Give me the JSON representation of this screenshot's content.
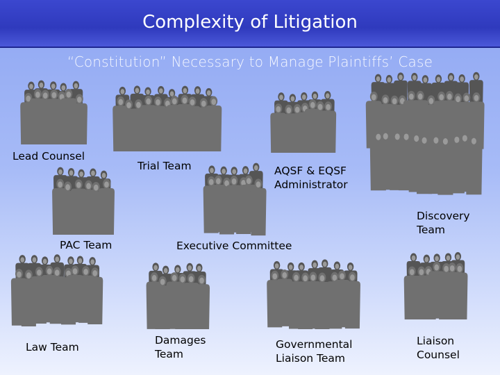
{
  "slide": {
    "title": "Complexity of Litigation",
    "subtitle": "“Constitution” Necessary to Manage Plaintiffs’ Case"
  },
  "groups": {
    "lead_counsel": "Lead Counsel",
    "trial_team": "Trial Team",
    "aqsf_line1": "AQSF & EQSF",
    "aqsf_line2": "Administrator",
    "discovery_line1": "Discovery",
    "discovery_line2": "Team",
    "pac_team": "PAC Team",
    "executive_committee": "Executive Committee",
    "law_team": "Law Team",
    "damages_line1": "Damages",
    "damages_line2": "Team",
    "governmental_line1": "Governmental",
    "governmental_line2": "Liaison  Team",
    "liaison_line1": "Liaison",
    "liaison_line2": "Counsel"
  },
  "icons": {
    "crowd": "group-of-people-icon"
  },
  "colors": {
    "title_bar": "#3340c6",
    "crowd_fill": "#707070",
    "crowd_shade": "#555555"
  }
}
